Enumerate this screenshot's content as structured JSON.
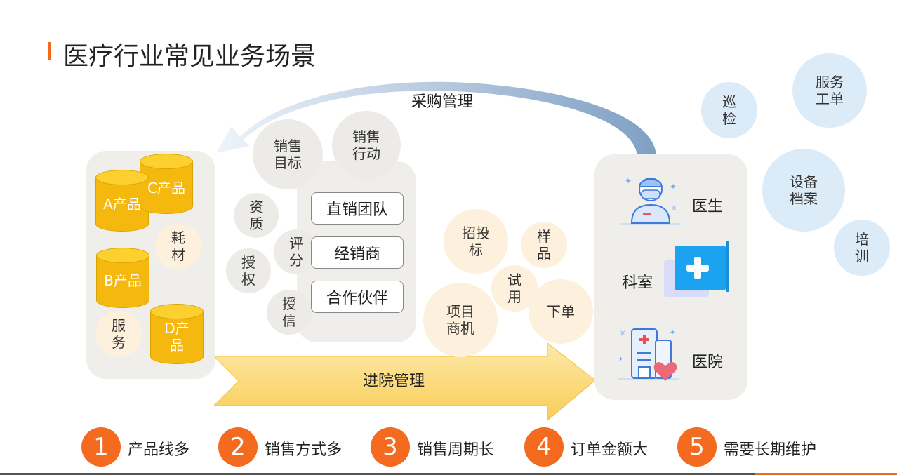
{
  "title": "医疗行业常见业务场景",
  "arc_label": "采购管理",
  "arrow_label": "进院管理",
  "products": {
    "a": "A产品",
    "c": "C产品",
    "b": "B产品",
    "d_line1": "D产",
    "d_line2": "品",
    "haocai": "耗\n材",
    "fuwu": "服\n务"
  },
  "sales": {
    "target": "销售\n目标",
    "action": "销售\n行动",
    "zizhi": "资\n质",
    "pingfen": "评\n分",
    "shouquan": "授\n权",
    "shouxin": "授\n信",
    "direct": "直销团队",
    "dealer": "经销商",
    "partner": "合作伙伴"
  },
  "process": {
    "bidding": "招投\n标",
    "sample": "样\n品",
    "trial": "试\n用",
    "project": "项目\n商机",
    "order": "下单"
  },
  "hospital": {
    "doctor": "医生",
    "dept": "科室",
    "hospital": "医院"
  },
  "service": {
    "inspection": "巡\n检",
    "workorder": "服务\n工单",
    "archive": "设备\n档案",
    "training": "培\n训"
  },
  "steps": [
    {
      "num": "1",
      "text": "产品线多"
    },
    {
      "num": "2",
      "text": "销售方式多"
    },
    {
      "num": "3",
      "text": "销售周期长"
    },
    {
      "num": "4",
      "text": "订单金额大"
    },
    {
      "num": "5",
      "text": "需要长期维护"
    }
  ],
  "colors": {
    "accent": "#f46a1f",
    "product_yellow": "#f5b80f",
    "arrow_fill": "#fbd774",
    "arc_blue": "#a9c6e6",
    "panel_gray": "#efeeea",
    "circle_cream": "#fdf0dc",
    "circle_blue": "#dcebf8"
  },
  "icons": [
    "doctor-icon",
    "dept-cross-icon",
    "hospital-building-icon"
  ]
}
